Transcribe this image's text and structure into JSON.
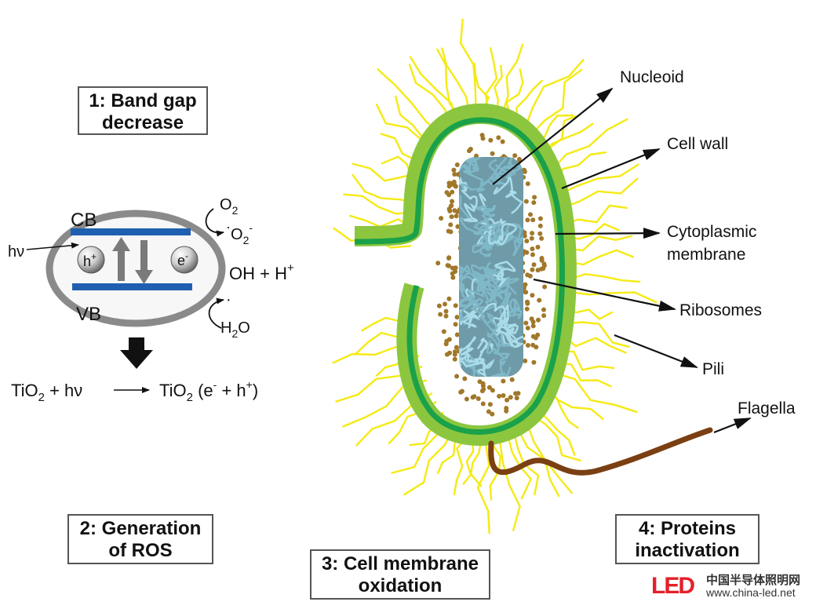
{
  "boxes": {
    "step1": [
      "1: Band gap",
      "decrease"
    ],
    "step2": [
      "2: Generation",
      "of ROS"
    ],
    "step3": [
      "3: Cell membrane",
      "oxidation"
    ],
    "step4": [
      "4: Proteins",
      "inactivation"
    ]
  },
  "band": {
    "cb": "CB",
    "vb": "VB",
    "hv": "hν",
    "hole": "h",
    "hole_sup": "+",
    "electron": "e",
    "electron_sup": "-",
    "o2": "O",
    "o2_sub": "2",
    "superoxide_dot": "·",
    "superoxide": "O",
    "superoxide_sub": "2",
    "superoxide_sup": "-",
    "oh_h": "OH + H",
    "oh_h_sup": "+",
    "h2o_dot": "·",
    "h2o_h": "H",
    "h2o_sub": "2",
    "h2o_o": "O"
  },
  "equation": {
    "left_tio": "TiO",
    "left_sub": "2",
    "left_rest": " + hν",
    "right_tio": "TiO",
    "right_sub": "2",
    "right_open": " (e",
    "e_sup": "-",
    "plus_h": " + h",
    "h_sup": "+",
    "close": ")"
  },
  "labels": {
    "nucleoid": "Nucleoid",
    "cell_wall": "Cell wall",
    "cytoplasmic_1": "Cytoplasmic",
    "cytoplasmic_2": "membrane",
    "ribosomes": "Ribosomes",
    "pili": "Pili",
    "flagella": "Flagella"
  },
  "watermark": {
    "logo": "LED",
    "chinese": "中国半导体照明网",
    "url": "www.china-led.net"
  },
  "colors": {
    "cell_wall": "#8cc63f",
    "membrane": "#1aa14a",
    "pili": "#f5ea14",
    "ribosome": "#a0782a",
    "nucleoid": "#7fb8c8",
    "flagellum": "#7a3f12",
    "band": "#1f5fb0",
    "ring": "#8a8a8a"
  }
}
